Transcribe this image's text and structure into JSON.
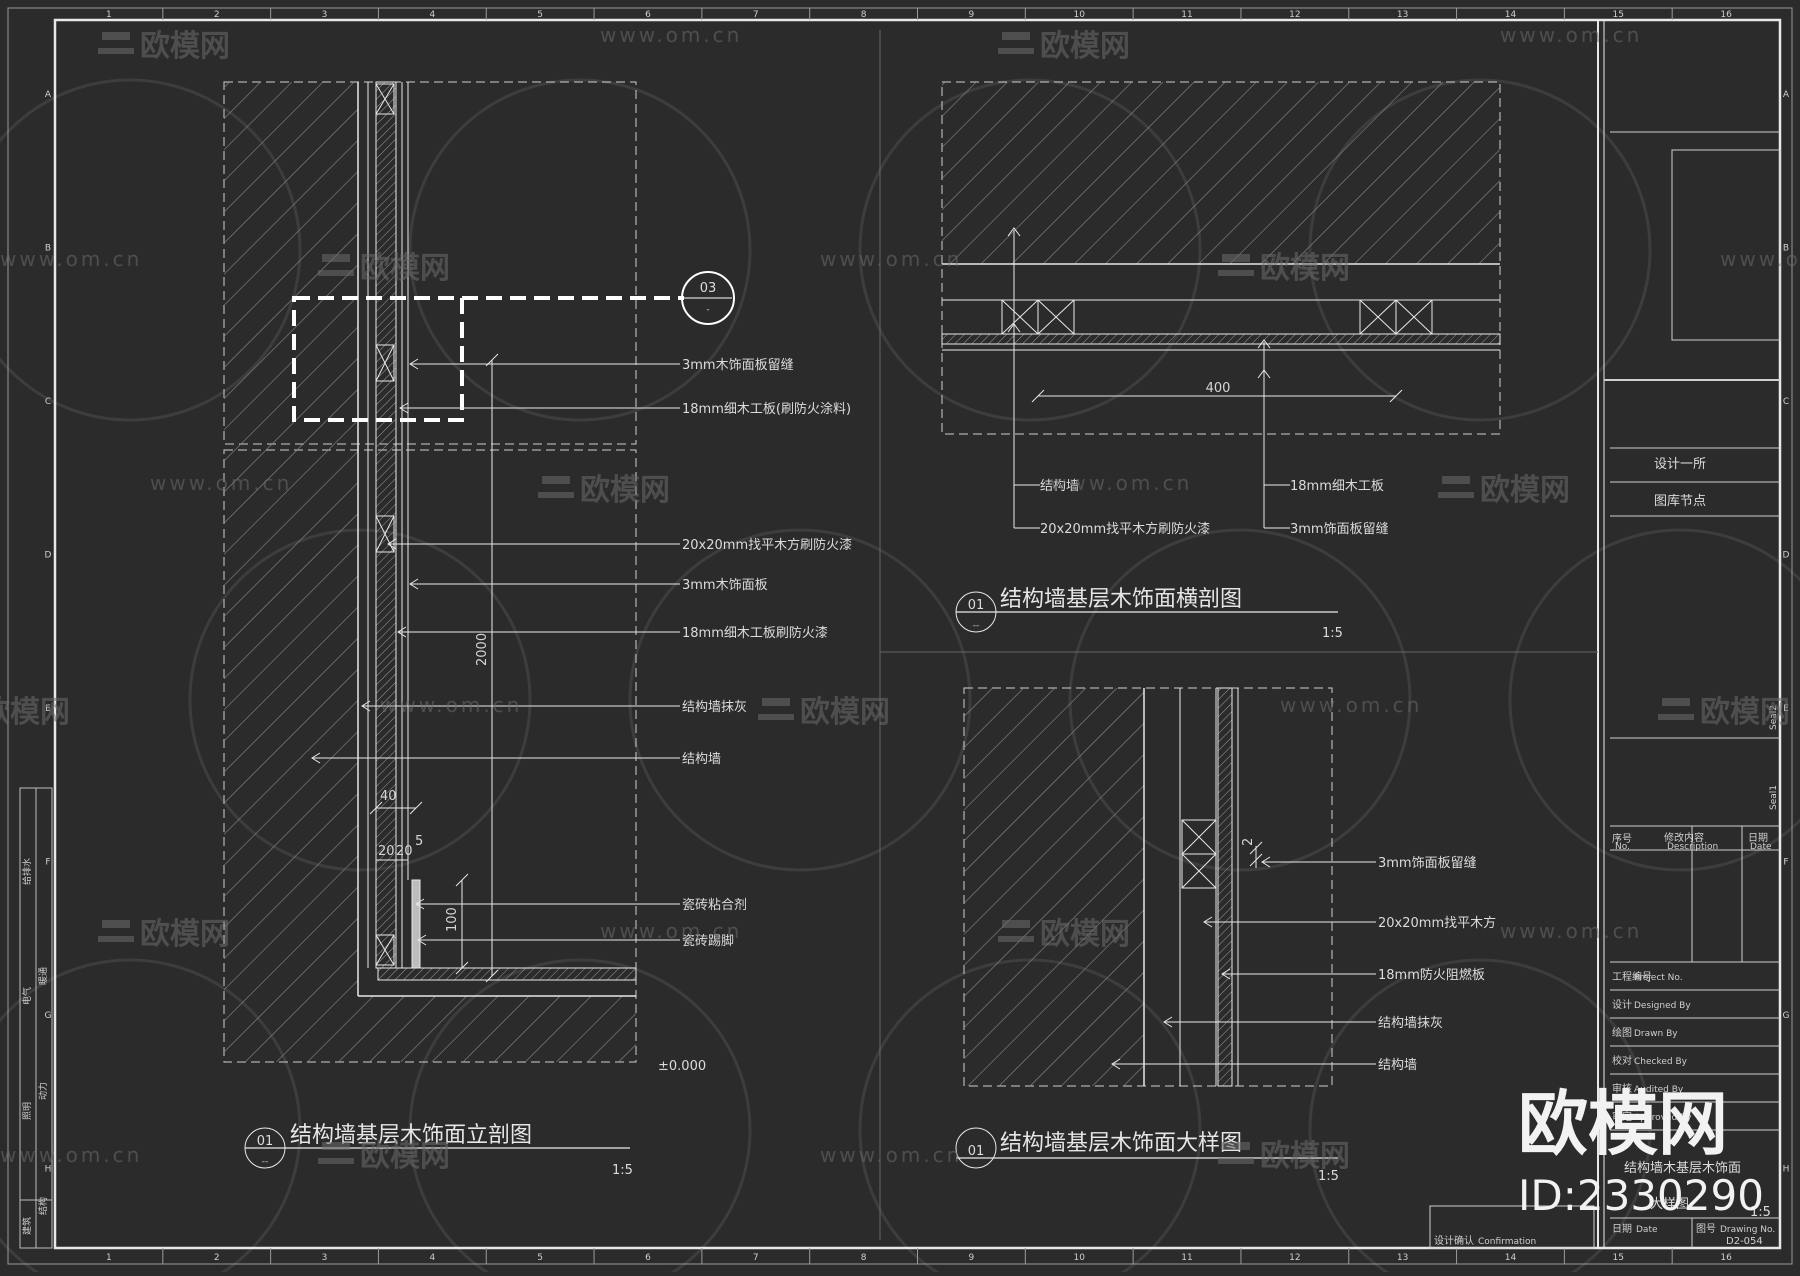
{
  "views": {
    "elevation": {
      "num": "01",
      "title": "结构墙基层木饰面立剖图",
      "scale": "1:5",
      "level": "±0.000",
      "detail_callout": "03",
      "notes": [
        "3mm木饰面板留缝",
        "18mm细木工板(刷防火涂料)",
        "20x20mm找平木方刷防火漆",
        "3mm木饰面板",
        "18mm细木工板刷防火漆",
        "结构墙抹灰",
        "结构墙",
        "瓷砖粘合剂",
        "瓷砖踢脚"
      ],
      "dims": {
        "height": "2000",
        "d40": "40",
        "d20a": "20",
        "d20b": "20",
        "d5": "5",
        "d100": "100"
      }
    },
    "plan": {
      "num": "01",
      "title": "结构墙基层木饰面横剖图",
      "scale": "1:5",
      "dim400": "400",
      "notes": [
        "结构墙",
        "20x20mm找平木方刷防火漆",
        "18mm细木工板",
        "3mm饰面板留缝"
      ]
    },
    "detail": {
      "num": "01",
      "title": "结构墙基层木饰面大样图",
      "scale": "1:5",
      "dim2": "2",
      "notes": [
        "3mm饰面板留缝",
        "20x20mm找平木方",
        "18mm防火阻燃板",
        "结构墙抹灰",
        "结构墙"
      ]
    }
  },
  "title_block": {
    "company": "设计一所",
    "category": "图库节点",
    "seal2": "Seal2",
    "seal1": "Seal1",
    "rev_no": "序号",
    "rev_no_en": "No.",
    "rev_desc": "修改内容",
    "rev_desc_en": "Description",
    "rev_date": "日期",
    "rev_date_en": "Date",
    "fields": [
      {
        "cn": "工程编号",
        "en": "Project No."
      },
      {
        "cn": "设计",
        "en": "Designed By"
      },
      {
        "cn": "绘图",
        "en": "Drawn By"
      },
      {
        "cn": "校对",
        "en": "Checked By"
      },
      {
        "cn": "审核",
        "en": "Audited By"
      },
      {
        "cn": "审定",
        "en": "Approved By"
      }
    ],
    "drawing_name": "结构墙木基层木饰面",
    "drawing_name_2": "大样图",
    "scale": "1:5",
    "date_cn": "日期",
    "date_en": "Date",
    "dwg_no_cn": "图号",
    "dwg_no_en": "Drawing No.",
    "dwg_no": "D2-054",
    "confirm_cn": "设计确认",
    "confirm_en": "Confirmation"
  },
  "left_strip": {
    "labels": [
      "给排水",
      "暖通",
      "电气",
      "动力",
      "照明",
      "结构",
      "建筑"
    ]
  },
  "grid": {
    "cols": [
      "1",
      "2",
      "3",
      "4",
      "5",
      "6",
      "7",
      "8",
      "9",
      "10",
      "11",
      "12",
      "13",
      "14",
      "15",
      "16"
    ],
    "rows": [
      "A",
      "B",
      "C",
      "D",
      "E",
      "F",
      "G",
      "H"
    ]
  },
  "watermark": {
    "logo": "欧模网",
    "url": "www.om.cn",
    "big": "欧模网",
    "id": "ID:2330290"
  },
  "colors": {
    "background": "#2b2b2b",
    "line": "#e8e8e8",
    "hatch": "#8a8a8a",
    "watermark": "#6b6b6b"
  }
}
